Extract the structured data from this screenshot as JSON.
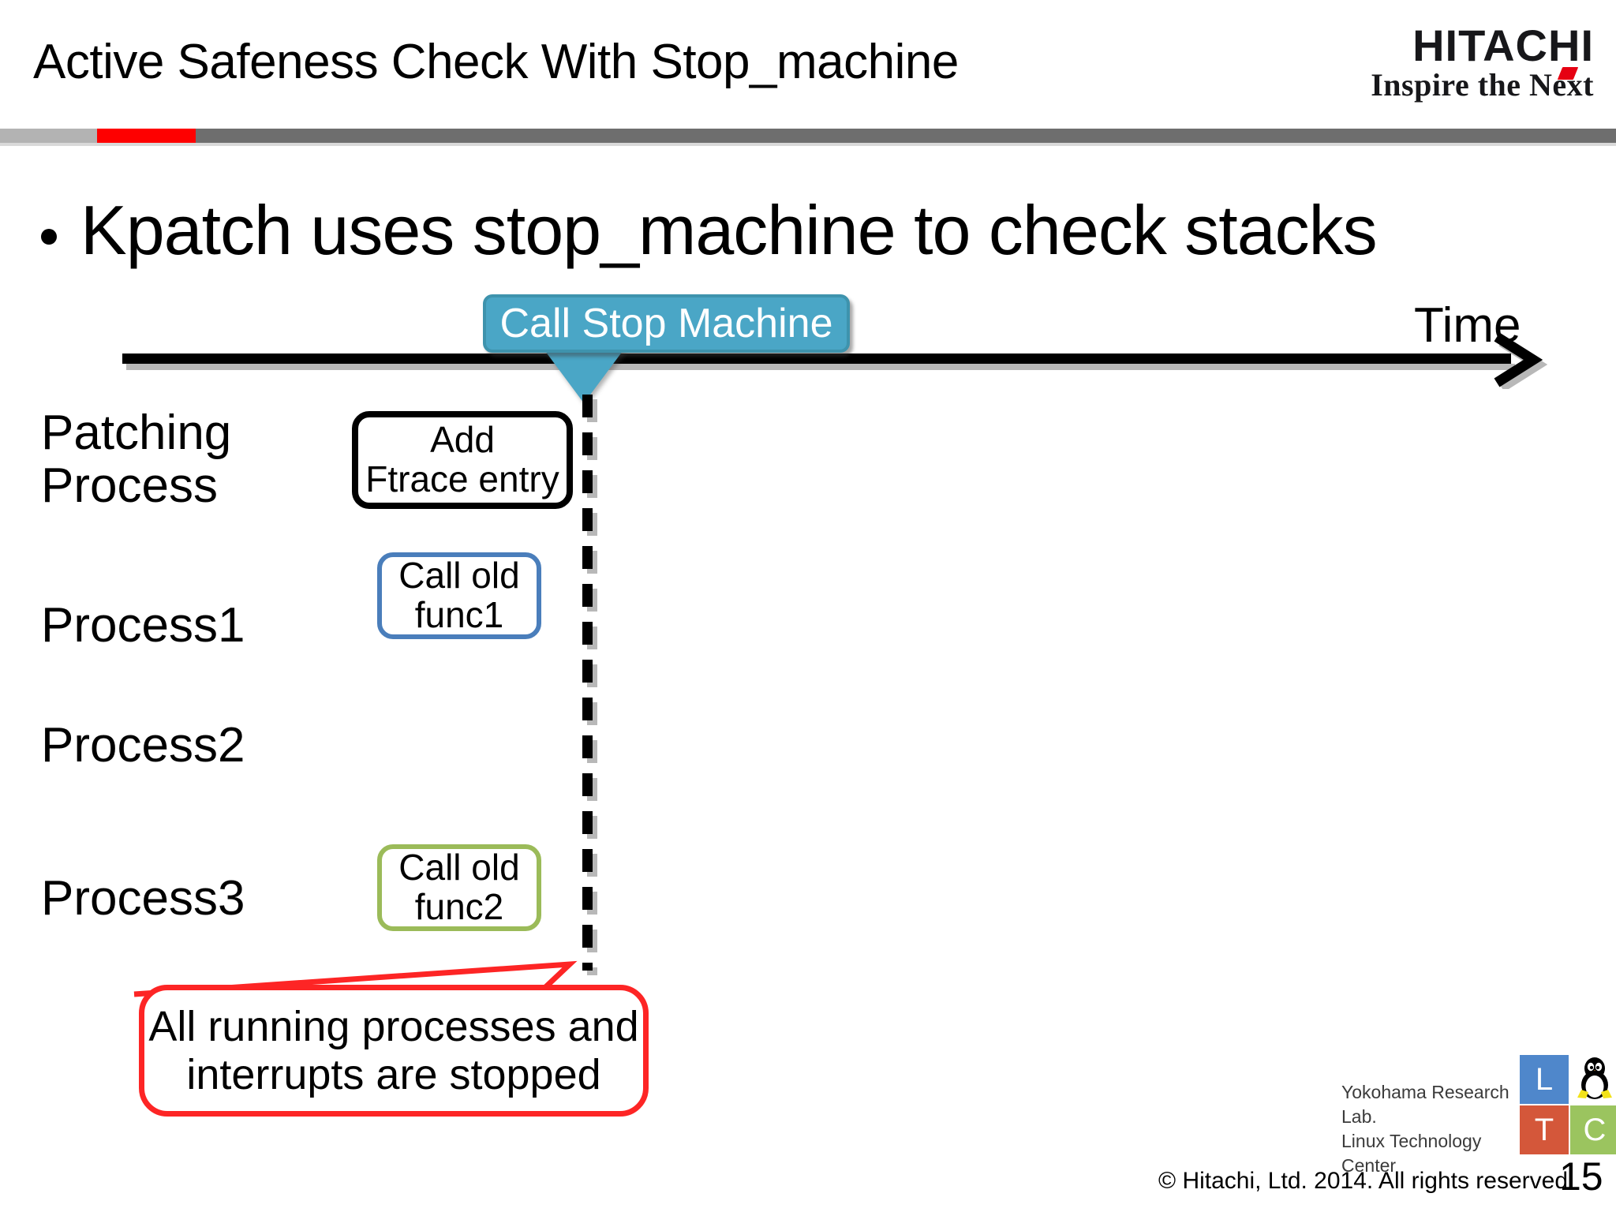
{
  "header": {
    "title": "Active Safeness Check With Stop_machine",
    "logo": {
      "wordmark": "HITACHI",
      "tagline": "Inspire the Next"
    }
  },
  "body": {
    "bullet": "Kpatch uses stop_machine to check stacks"
  },
  "timeline": {
    "axis_label": "Time",
    "event_banner": "Call Stop Machine"
  },
  "lanes": [
    {
      "label": "Patching\nProcess"
    },
    {
      "label": "Process1"
    },
    {
      "label": "Process2"
    },
    {
      "label": "Process3"
    }
  ],
  "activities": [
    {
      "line1": "Add",
      "line2": "Ftrace entry",
      "border_color": "#000000"
    },
    {
      "line1": "Call old",
      "line2": "func1",
      "border_color": "#4a7ebb"
    },
    {
      "line1": "Call old",
      "line2": "func2",
      "border_color": "#9bbb59"
    }
  ],
  "annotation": {
    "line1": "All running processes and",
    "line2": "interrupts are stopped",
    "color": "#fd2525"
  },
  "footer": {
    "ltc": {
      "caption_line1": "Yokohama Research Lab.",
      "caption_line2": "Linux Technology Center",
      "tile_l": "L",
      "tile_t": "T",
      "tile_c": "C"
    },
    "copyright": "© Hitachi, Ltd. 2014. All rights reserved.",
    "page_number": "15"
  },
  "colors": {
    "accent_red": "#fe0000",
    "rule_gray_light": "#b3b3b3",
    "rule_gray_dark": "#6e6e6e",
    "banner_teal": "#4aa6c6",
    "brand_red": "#e60012"
  }
}
